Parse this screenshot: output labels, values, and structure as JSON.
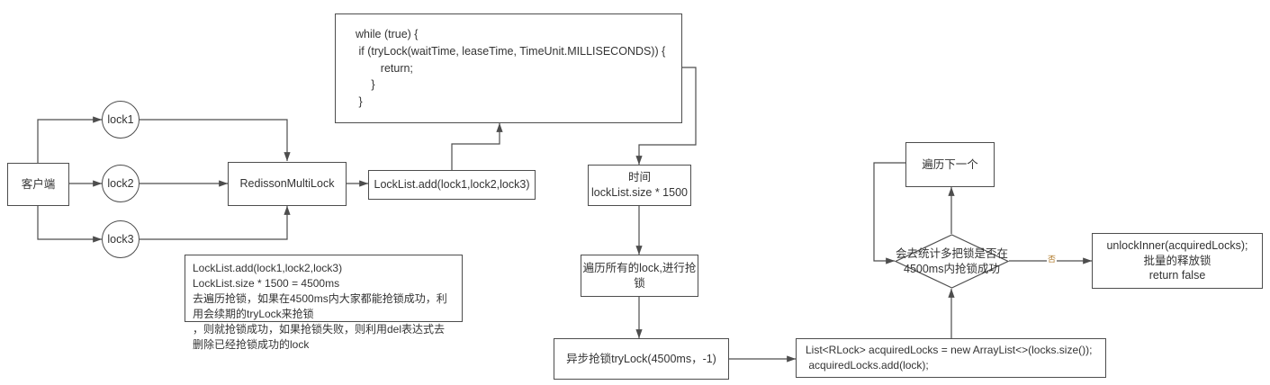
{
  "diagram": {
    "title": "RedissonMultiLock tryLock flow",
    "colors": {
      "stroke": "#4d4d4d",
      "wire": "#4d4d4d",
      "text": "#333333",
      "branch_label": "#b07a2a",
      "background": "#ffffff"
    },
    "nodes": {
      "client": "客户端",
      "lock1": "lock1",
      "lock2": "lock2",
      "lock3": "lock3",
      "redisson_multilock": "RedissonMultiLock",
      "code_block": "while (true) {\n if (tryLock(waitTime, leaseTime, TimeUnit.MILLISECONDS)) {\n        return;\n     }\n }",
      "locklist_add": "LockList.add(lock1,lock2,lock3)",
      "note": "LockList.add(lock1,lock2,lock3)\nLockList.size * 1500 = 4500ms\n去遍历抢锁，如果在4500ms内大家都能抢锁成功，利用会续期的tryLock来抢锁\n，则就抢锁成功，如果抢锁失败，则利用del表达式去删除已经抢锁成功的lock",
      "time_box": "时间\nlockList.size * 1500",
      "traverse_all": "遍历所有的lock,进行抢锁",
      "async_trylock": "异步抢锁tryLock(4500ms，-1)",
      "acquired_locks": "List<RLock> acquiredLocks = new ArrayList<>(locks.size());\n acquiredLocks.add(lock);",
      "decision": "会去统计多把锁是否在4500ms内抢锁成功",
      "traverse_next": "遍历下一个",
      "unlock_inner": "unlockInner(acquiredLocks);\n批量的释放锁\nreturn false"
    },
    "edges": {
      "decision_no_label": "否"
    }
  }
}
